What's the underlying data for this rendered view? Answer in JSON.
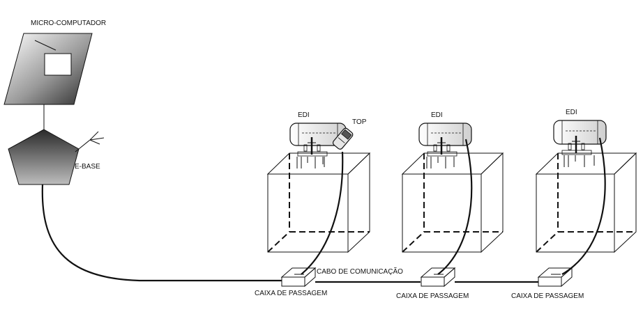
{
  "labels": {
    "computer": "MICRO-COMPUTADOR",
    "ebase": "E-BASE",
    "top": "TOP",
    "cable": "CABO DE COMUNICAÇÃO"
  },
  "units": [
    {
      "edi": "EDI",
      "box": "CAIXA DE PASSAGEM"
    },
    {
      "edi": "EDI",
      "box": "CAIXA DE PASSAGEM"
    },
    {
      "edi": "EDI",
      "box": "CAIXA DE PASSAGEM"
    }
  ],
  "colors": {
    "line": "#111111",
    "gradient_dark": "#2a2a2a",
    "gradient_light": "#ffffff"
  }
}
